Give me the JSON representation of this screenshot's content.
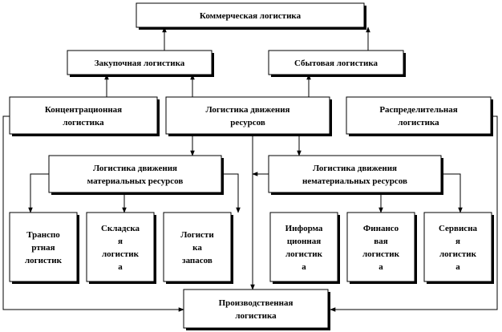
{
  "nodes": {
    "commercial": [
      "Коммерческая логистика"
    ],
    "procurement": [
      "Закупочная логистика"
    ],
    "sales": [
      "Сбытовая логистика"
    ],
    "concentration": [
      "Концентрационная",
      "логистика"
    ],
    "resource_flow": [
      "Логистика движения",
      "ресурсов"
    ],
    "distribution": [
      "Распределительная",
      "логистика"
    ],
    "material_flow": [
      "Логистика движения",
      "материальных ресурсов"
    ],
    "nonmaterial_flow": [
      "Логистика движения",
      "нематериальных ресурсов"
    ],
    "transport": [
      "Транспо",
      "ртная",
      "логистик"
    ],
    "warehouse": [
      "Складска",
      "я",
      "логистик",
      "а"
    ],
    "inventory": [
      "Логисти",
      "ка",
      "запасов"
    ],
    "information": [
      "Информа",
      "ционная",
      "логистик",
      "а"
    ],
    "financial": [
      "Финансо",
      "вая",
      "логистик",
      "а"
    ],
    "service": [
      "Сервисна",
      "я",
      "логистик",
      "а"
    ],
    "production": [
      "Производственная",
      "логистика"
    ]
  }
}
